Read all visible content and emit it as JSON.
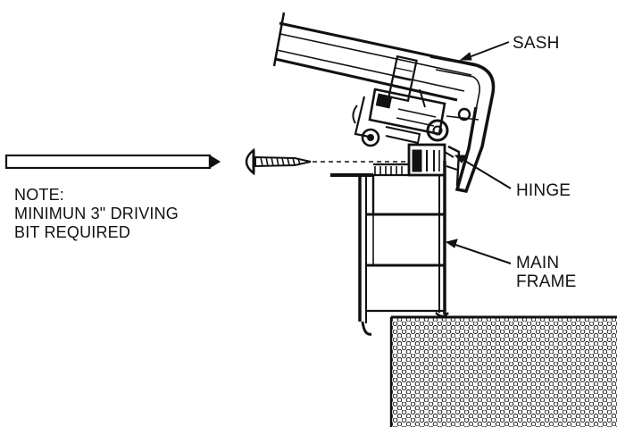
{
  "labels": {
    "sash": "SASH",
    "hinge": "HINGE",
    "main_frame_line1": "MAIN",
    "main_frame_line2": "FRAME"
  },
  "note": {
    "line1": "NOTE:",
    "line2": "MINIMUN 3\" DRIVING",
    "line3": "BIT REQUIRED"
  },
  "colors": {
    "ink": "#111111",
    "background": "#ffffff"
  }
}
